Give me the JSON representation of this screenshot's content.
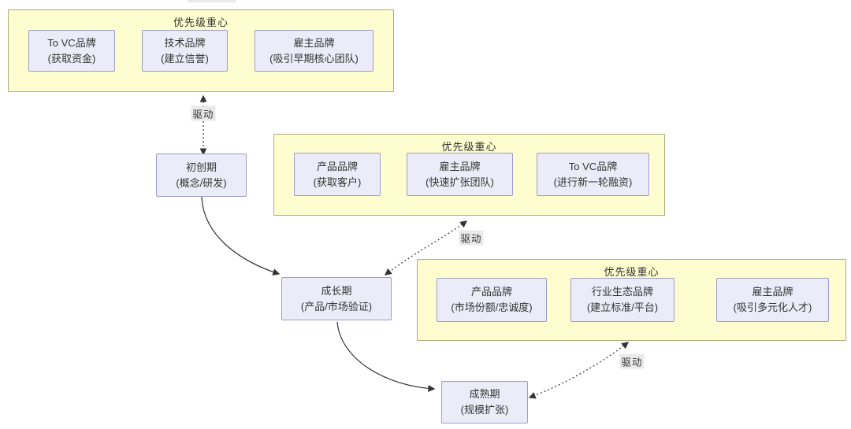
{
  "diagram": {
    "type": "flowchart",
    "colors": {
      "background": "#ffffff",
      "cluster_fill": "#fdfdcf",
      "cluster_border": "#aaab7e",
      "node_fill": "#ececf9",
      "node_border": "#9d9dc7",
      "text": "#333333",
      "edge": "#333333",
      "edge_label_bg": "#e8e8e8"
    },
    "clusters": [
      {
        "title": "优先级重心",
        "nodes": [
          {
            "line1": "To VC品牌",
            "line2": "(获取资金)"
          },
          {
            "line1": "技术品牌",
            "line2": "(建立信誉)"
          },
          {
            "line1": "雇主品牌",
            "line2": "(吸引早期核心团队)"
          }
        ]
      },
      {
        "title": "优先级重心",
        "nodes": [
          {
            "line1": "产品品牌",
            "line2": "(获取客户)"
          },
          {
            "line1": "雇主品牌",
            "line2": "(快速扩张团队)"
          },
          {
            "line1": "To VC品牌",
            "line2": "(进行新一轮融资)"
          }
        ]
      },
      {
        "title": "优先级重心",
        "nodes": [
          {
            "line1": "产品品牌",
            "line2": "(市场份额/忠诚度)"
          },
          {
            "line1": "行业生态品牌",
            "line2": "(建立标准/平台)"
          },
          {
            "line1": "雇主品牌",
            "line2": "(吸引多元化人才)"
          }
        ]
      }
    ],
    "stages": [
      {
        "line1": "初创期",
        "line2": "(概念/研发)"
      },
      {
        "line1": "成长期",
        "line2": "(产品/市场验证)"
      },
      {
        "line1": "成熟期",
        "line2": "(规模扩张)"
      }
    ],
    "edges": [
      {
        "from": "初创期",
        "to": "优先级重心-1",
        "label": "驱动",
        "style": "dotted",
        "bidirectional": true
      },
      {
        "from": "初创期",
        "to": "成长期",
        "label": "",
        "style": "solid",
        "bidirectional": false
      },
      {
        "from": "成长期",
        "to": "优先级重心-2",
        "label": "驱动",
        "style": "dotted",
        "bidirectional": true
      },
      {
        "from": "成长期",
        "to": "成熟期",
        "label": "",
        "style": "solid",
        "bidirectional": false
      },
      {
        "from": "成熟期",
        "to": "优先级重心-3",
        "label": "驱动",
        "style": "dotted",
        "bidirectional": true
      }
    ]
  }
}
